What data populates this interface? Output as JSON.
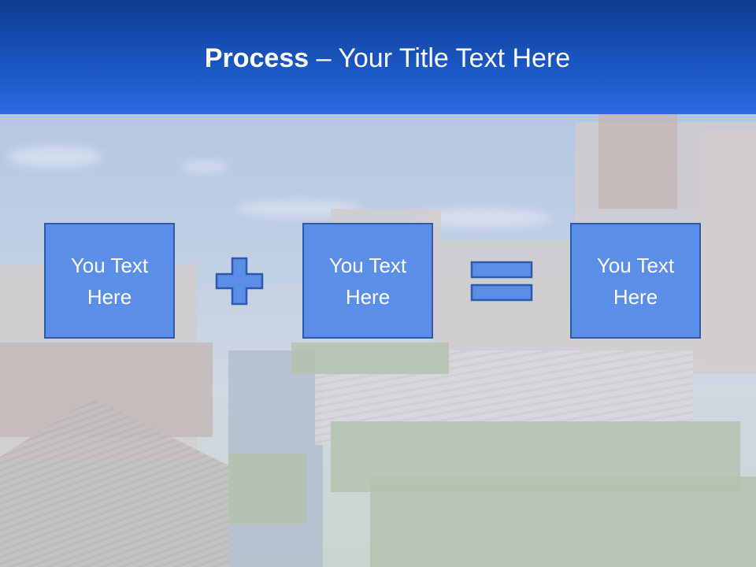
{
  "slide": {
    "title_bold": "Process",
    "title_rest": " – Your Title Text Here"
  },
  "process": {
    "box1": "You Text Here",
    "box2": "You Text Here",
    "box3": "You Text Here",
    "operators": [
      "plus-icon",
      "equals-icon"
    ]
  },
  "colors": {
    "header_top": "#0f3d8f",
    "header_bottom": "#2a6be0",
    "box_fill": "#5b8ee6",
    "box_border": "#2f5aa8",
    "text": "#ffffff"
  }
}
